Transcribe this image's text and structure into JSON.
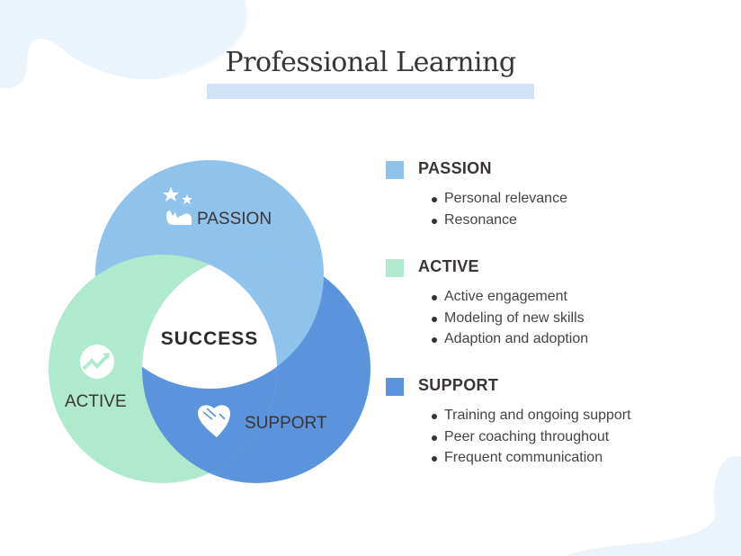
{
  "title": "Professional Learning",
  "colors": {
    "passion": "#90c3ec",
    "active": "#b0eace",
    "support": "#5b93dc",
    "title_bar": "#d1e3f7",
    "background_blob": "#ebf3fb"
  },
  "venn": {
    "center_label": "SUCCESS",
    "circles": [
      {
        "label": "PASSION",
        "icon": "hand-stars-icon"
      },
      {
        "label": "ACTIVE",
        "icon": "trending-up-icon"
      },
      {
        "label": "SUPPORT",
        "icon": "heart-hands-icon"
      }
    ]
  },
  "legend": [
    {
      "heading": "PASSION",
      "items": [
        "Personal relevance",
        "Resonance"
      ]
    },
    {
      "heading": "ACTIVE",
      "items": [
        "Active engagement",
        "Modeling of new skills",
        "Adaption and adoption"
      ]
    },
    {
      "heading": "SUPPORT",
      "items": [
        "Training and ongoing support",
        "Peer coaching throughout",
        "Frequent communication"
      ]
    }
  ]
}
